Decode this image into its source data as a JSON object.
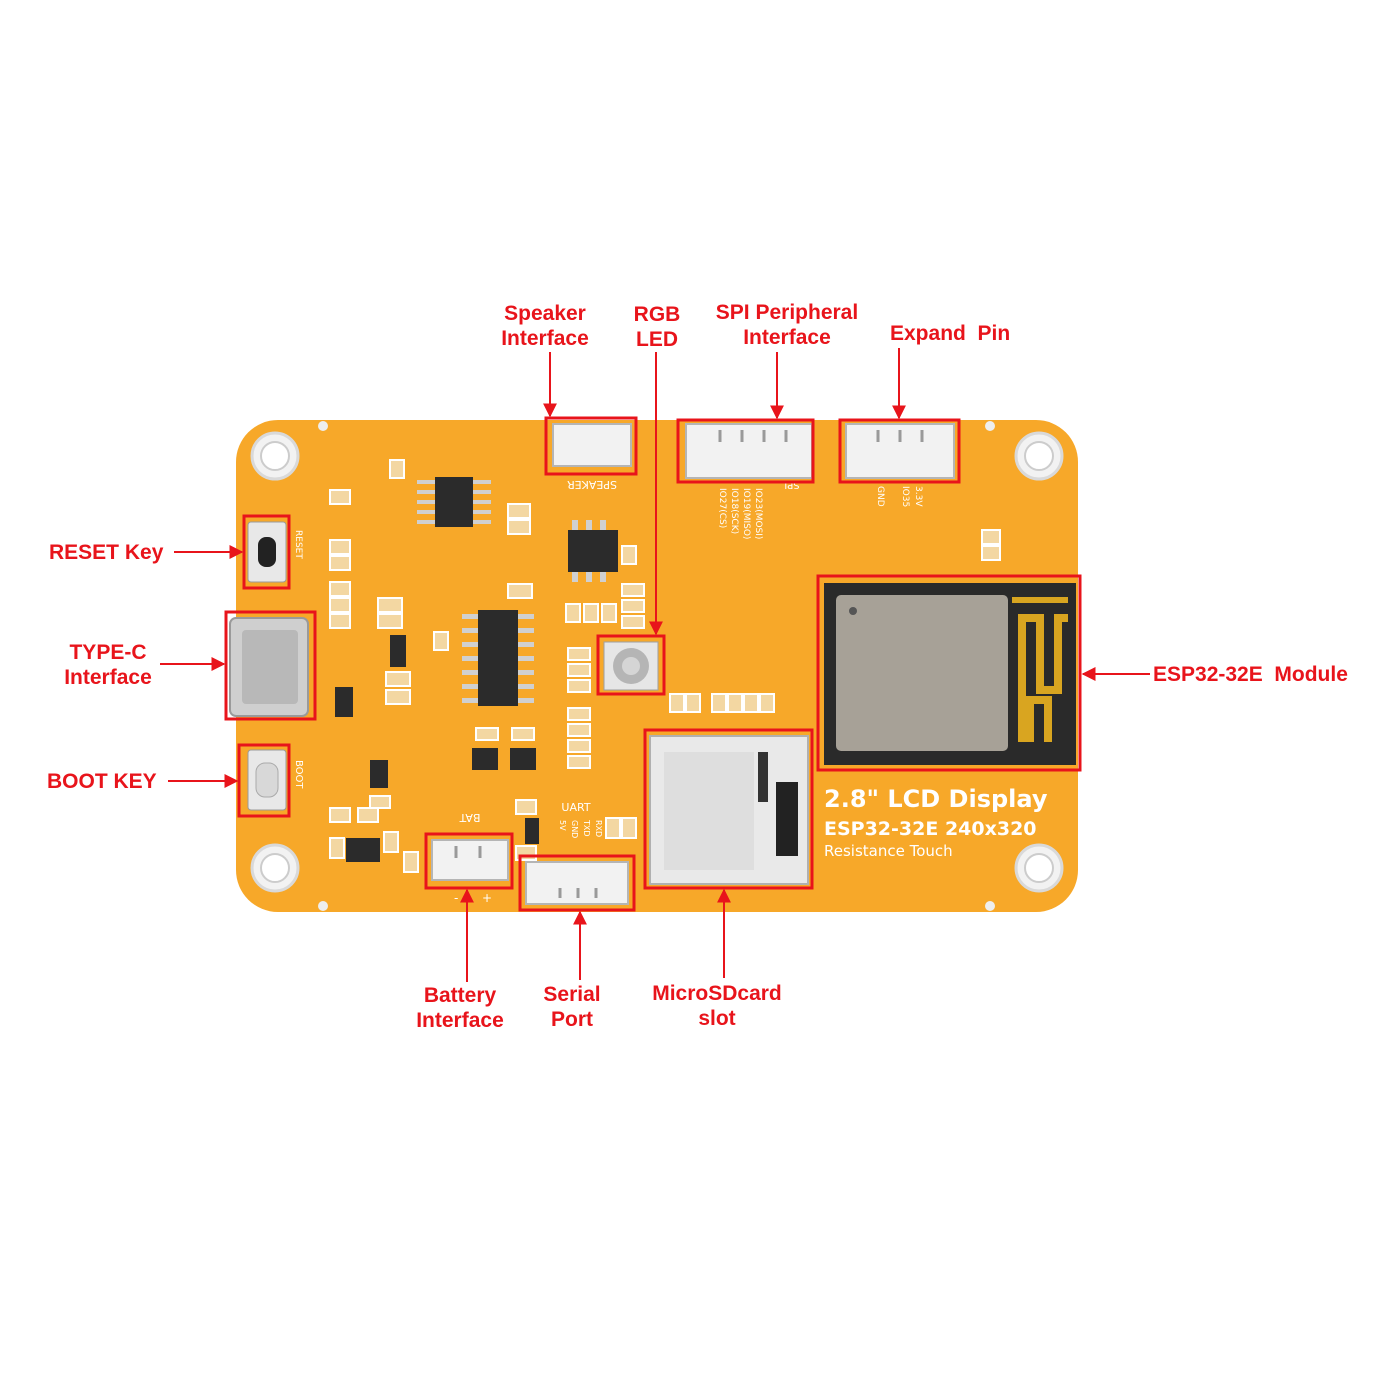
{
  "callouts": {
    "speaker": "Speaker\nInterface",
    "rgb_led": "RGB\nLED",
    "spi": "SPI Peripheral\nInterface",
    "expand": "Expand  Pin",
    "reset": "RESET Key",
    "typec": "TYPE-C\nInterface",
    "boot": "BOOT KEY",
    "esp32": "ESP32-32E  Module",
    "battery": "Battery\nInterface",
    "serial": "Serial\nPort",
    "sdcard": "MicroSDcard\nslot"
  },
  "board": {
    "title": "2.8\" LCD Display",
    "model": "ESP32-32E  240x320",
    "touch": "Resistance Touch",
    "silkscreen": {
      "speaker": "SPEAKER",
      "spi": "SPI",
      "spi_pins": [
        "IO23(MOSI)",
        "IO19(MISO)",
        "IO18(SCK)",
        "IO27(CS)"
      ],
      "expand_pins": [
        "3.3V",
        "IO35",
        "GND"
      ],
      "reset": "RESET",
      "boot": "BOOT",
      "bat": "BAT",
      "uart": "UART",
      "uart_pins": [
        "RXD",
        "TXD",
        "GND",
        "5V"
      ],
      "bat_minus": "-",
      "bat_plus": "+"
    }
  },
  "colors": {
    "board": "#f7a829",
    "callout": "#e8141b",
    "module_shield": "#a7a197",
    "antenna": "#d9a520"
  }
}
